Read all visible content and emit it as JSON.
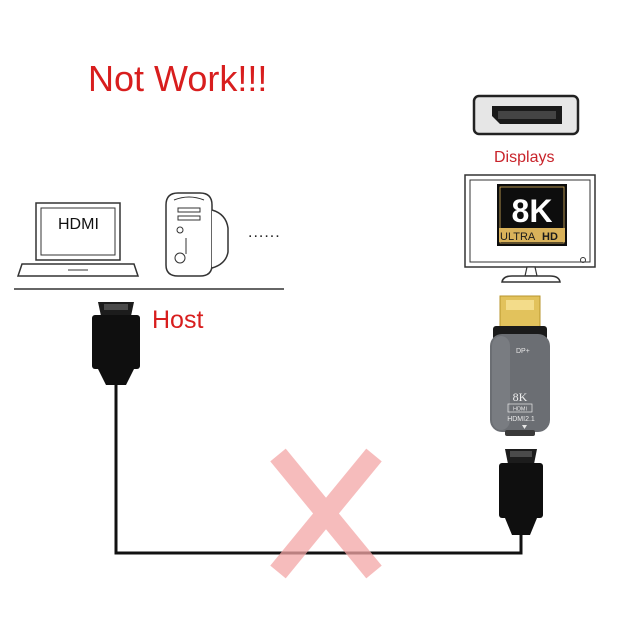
{
  "title": "Not Work!!!",
  "host_label": "Host",
  "displays_label": "Displays",
  "laptop_screen_text": "HDMI",
  "more_sources": "......",
  "monitor_badge": {
    "main": "8K",
    "sub_ultra": "ULTRA",
    "sub_hd": "HD"
  },
  "adapter": {
    "top_label": "DP+",
    "resolution": "8K",
    "hdmi_tag": "HDMI",
    "hdmi_version": "HDMI2.1"
  },
  "colors": {
    "warning_red": "#d81e1e",
    "cross_pink": "#f4a6a6",
    "cable": "#111111",
    "badge_gold": "#d9b25a",
    "adapter_body": "#6b6e73"
  },
  "icons": [
    "displayport-port-icon",
    "monitor-icon",
    "laptop-icon",
    "desktop-tower-icon",
    "hdmi-plug-icon",
    "displayport-plug-icon",
    "cross-mark-icon"
  ]
}
